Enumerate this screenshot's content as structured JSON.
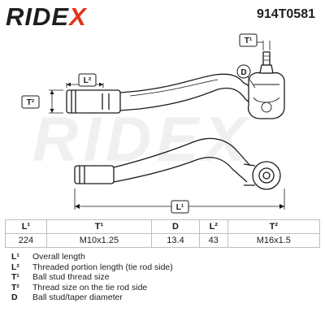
{
  "header": {
    "brand_main": "RIDE",
    "brand_x": "X",
    "part_number": "914T0581"
  },
  "watermark": "RIDEX",
  "drawing": {
    "labels": {
      "t1": "T¹",
      "d": "D",
      "l2": "L²",
      "t2": "T²",
      "l1": "L¹"
    }
  },
  "table": {
    "headers": [
      "L¹",
      "T¹",
      "D",
      "L²",
      "T²"
    ],
    "values": [
      "224",
      "M10x1.25",
      "13.4",
      "43",
      "M16x1.5"
    ]
  },
  "legend": [
    {
      "symbol": "L¹",
      "desc": "Overall length"
    },
    {
      "symbol": "L²",
      "desc": "Threaded portion length (tie rod side)"
    },
    {
      "symbol": "T¹",
      "desc": "Ball stud thread size"
    },
    {
      "symbol": "T²",
      "desc": "Thread size on the tie rod side"
    },
    {
      "symbol": "D",
      "desc": "Ball stud/taper diameter"
    }
  ],
  "colors": {
    "brand_accent": "#e3331b",
    "brand_text": "#1e1e1e"
  }
}
